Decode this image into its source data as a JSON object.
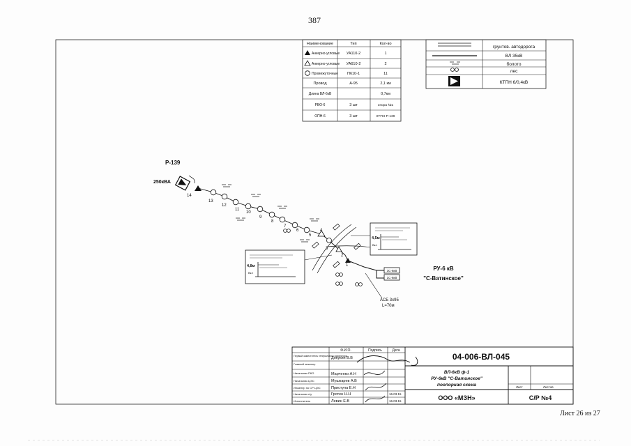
{
  "page_number": "387",
  "sheet_note": "Лист 26 из 27",
  "materials_table": {
    "headers": [
      "Наименование",
      "Тип",
      "Кол-во"
    ],
    "rows": [
      {
        "name": "Анкерно-угловые",
        "type": "УА110-2",
        "qty": "1"
      },
      {
        "name": "Анкерно-угловые",
        "type": "УА610-2",
        "qty": "2"
      },
      {
        "name": "Промежуточные",
        "type": "П610-1",
        "qty": "11"
      },
      {
        "name": "Провод",
        "type": "А-95",
        "qty": "2,1 км"
      },
      {
        "name": "Длина ВЛ-6кВ",
        "type": "",
        "qty": "0,7км"
      },
      {
        "name": "РВО-6",
        "type": "3 шт",
        "qty": "опора №1"
      },
      {
        "name": "ОПН-6",
        "type": "3 шт",
        "qty": "КТПН Р-139"
      }
    ]
  },
  "legend": {
    "rows": [
      {
        "label": "грунтов. автодорога",
        "icon": "road-icon"
      },
      {
        "label": "ВЛ 35кВ",
        "icon": "power-line-icon"
      },
      {
        "label": "болото",
        "icon": "swamp-icon"
      },
      {
        "label": "лес",
        "icon": "forest-icon"
      },
      {
        "label": "КТПН 6/0,4кВ",
        "icon": "substation-icon"
      }
    ]
  },
  "diagram": {
    "substation_label": "Р-139",
    "substation_power": "250кВА",
    "pole_numbers": [
      "14",
      "13",
      "12",
      "11",
      "10",
      "9",
      "8",
      "7",
      "6",
      "5",
      "4",
      "3",
      "2",
      "1"
    ],
    "switchgear_label_1": "РУ-6 кВ",
    "switchgear_label_2": "\"С-Ватинское\"",
    "cell_1": "3С-6кВ",
    "cell_2": "1С-6кВ",
    "cable_label_1": "АСБ 3х95",
    "cable_label_2": "L=70м",
    "inset_left_value": "4,8м",
    "inset_right_value": "4,5м",
    "inset_left_note": "Вкл",
    "inset_right_note": "Вкл"
  },
  "title_block": {
    "doc_code": "04-006-ВЛ-045",
    "title_line_1": "ВЛ-6кВ ф-1",
    "title_line_2": "РУ-6кВ \"С-Ватинское\"",
    "title_line_3": "поопорная схема",
    "company": "ООО «МЗН»",
    "stage": "С/Р №4",
    "col_headers": [
      "Ф.И.О.",
      "Подпись",
      "Дата"
    ],
    "sheet_label": "Лист",
    "sheets_label": "Листов",
    "people": [
      {
        "role": "Первый заместитель генерального директора",
        "name": "Докукин В.В",
        "date": ""
      },
      {
        "role": "Главный инженер",
        "name": "",
        "date": ""
      },
      {
        "role": "Начальник ПКО",
        "name": "Марченко А.Н",
        "date": ""
      },
      {
        "role": "Начальник ЦЭС",
        "name": "Мушкарев А.В",
        "date": ""
      },
      {
        "role": "Инженер по СР ЦЭС",
        "name": "Приступа Е.Н",
        "date": ""
      },
      {
        "role": "Начальник с/у",
        "name": "Гротен Н.Н",
        "date": "16.03.15"
      },
      {
        "role": "Исполнитель",
        "name": "Левин Е.В",
        "date": "16.03.15"
      }
    ]
  }
}
